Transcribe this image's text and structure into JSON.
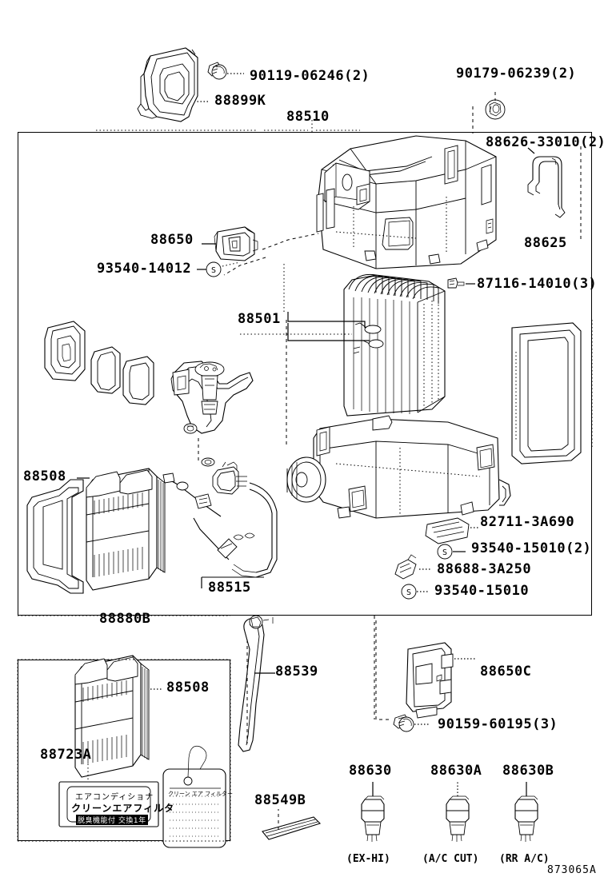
{
  "diagram": {
    "number": "873065A",
    "title_part": "88510"
  },
  "labels": {
    "top_screw": "90119-06246(2)",
    "duct_88899k": "88899K",
    "main_unit": "88510",
    "nut_90179": "90179-06239(2)",
    "clamp_88626": "88626-33010(2)",
    "case_88625": "88625",
    "sensor_88650": "88650",
    "screw_93540_14012": "93540-14012",
    "bolt_87116": "87116-14010(3)",
    "evaporator_88501": "88501",
    "seal_88508_upper": "88508",
    "expansion_valve_88515": "88515",
    "bracket_82711": "82711-3A690",
    "screw_93540_15010_2": "93540-15010(2)",
    "clamp_88688": "88688-3A250",
    "screw_93540_15010": "93540-15010",
    "filter_kit_88880b": "88880B",
    "filter_88508_lower": "88508",
    "label_88723a": "88723A",
    "hose_88539": "88539",
    "amplifier_88650c": "88650C",
    "screw_90159": "90159-60195(3)",
    "seal_88549b": "88549B",
    "relay_88630": "88630",
    "relay_88630a": "88630A",
    "relay_88630b": "88630B",
    "relay_88630_sub": "(EX-HI)",
    "relay_88630a_sub": "(A/C CUT)",
    "relay_88630b_sub": "(RR A/C)"
  },
  "sticker": {
    "line1": "エアコンディショナ",
    "line2": "クリーンエアフィルタ",
    "line3": "脱臭機能付 交換1年",
    "tag_header": "クリーン エア フィルター"
  },
  "colors": {
    "ink": "#000000",
    "paper": "#ffffff"
  }
}
